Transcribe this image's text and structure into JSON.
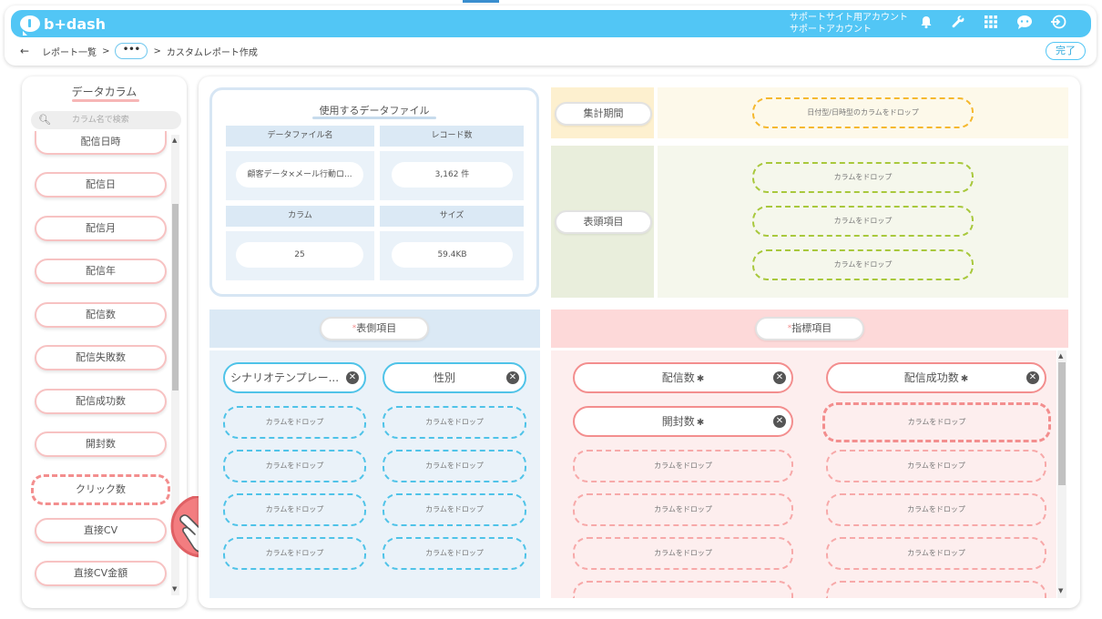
{
  "app": {
    "name": "b+dash"
  },
  "header": {
    "account_line1": "サポートサイト用アカウント",
    "account_line2": "サポートアカウント",
    "icons": [
      "bell-icon",
      "wrench-icon",
      "grid-icon",
      "chat-bot-icon",
      "logout-icon"
    ]
  },
  "breadcrumb": {
    "back": "←",
    "item1": "レポート一覧",
    "sep": ">",
    "more": "•••",
    "current": "カスタムレポート作成"
  },
  "done_label": "完了",
  "sidebar": {
    "title": "データカラム",
    "search_placeholder": "カラム名で検索",
    "items": [
      "配信日時",
      "配信日",
      "配信月",
      "配信年",
      "配信数",
      "配信失敗数",
      "配信成功数",
      "開封数",
      "クリック数",
      "直接CV",
      "直接CV金額"
    ]
  },
  "file": {
    "title": "使用するデータファイル",
    "name_label": "データファイル名",
    "name_value": "顧客データ×メール行動ロ...",
    "records_label": "レコード数",
    "records_value": "3,162 件",
    "columns_label": "カラム",
    "columns_value": "25",
    "size_label": "サイズ",
    "size_value": "59.4KB"
  },
  "period": {
    "label": "集計期間",
    "drop": "日付型/日時型のカラムをドロップ"
  },
  "header_items": {
    "label": "表頭項目",
    "drops": [
      "カラムをドロップ",
      "カラムをドロップ",
      "カラムをドロップ"
    ]
  },
  "side_items": {
    "label": "表側項目",
    "required_mark": "*",
    "chips": [
      "シナリオテンプレー...",
      "性別"
    ],
    "drop": "カラムをドロップ"
  },
  "metrics": {
    "label": "指標項目",
    "required_mark": "*",
    "chips": [
      "配信数",
      "配信成功数",
      "開封数"
    ],
    "drop": "カラムをドロップ"
  },
  "colors": {
    "brand": "#52c6f5",
    "pink": "#f38e8e",
    "blue_dashed": "#4fc3e8",
    "green_dashed": "#a8c83c",
    "orange_dashed": "#f5b82e"
  }
}
